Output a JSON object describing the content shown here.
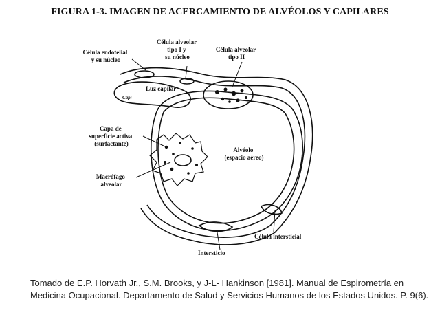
{
  "title": "FIGURA 1-3. IMAGEN DE ACERCAMIENTO DE ALVÉOLOS Y CAPILARES",
  "labels": {
    "endothelial": [
      "Célula endotelial",
      "y su núcleo"
    ],
    "type1": [
      "Célula alveolar",
      "tipo I y",
      "su núcleo"
    ],
    "type2": [
      "Célula alveolar",
      "tipo II"
    ],
    "capillary_lumen": "Luz capilar",
    "surfactant": [
      "Capa de",
      "superficie activa",
      "(surfactante)"
    ],
    "alveolus": [
      "Alvéolo",
      "(espacio aéreo)"
    ],
    "macrophage": [
      "Macrófago",
      "alveolar"
    ],
    "interstitial_cell": "Célula intersticial",
    "interstitium": "Intersticio",
    "capillary_small": "Capi"
  },
  "caption": "Tomado de E.P. Horvath Jr., S.M. Brooks, y J-L- Hankinson [1981]. Manual de Espirometría en Medicina Ocupacional. Departamento de Salud y Servicios Humanos de los Estados Unidos. P. 9(6)."
}
